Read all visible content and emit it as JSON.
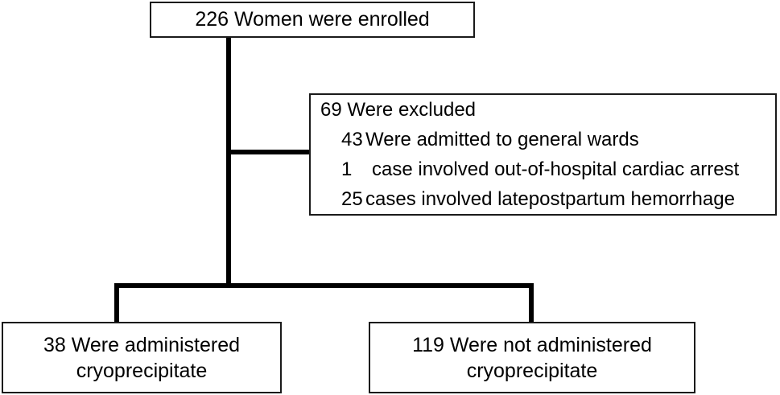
{
  "diagram": {
    "type": "study-flow-diagram",
    "nodes": {
      "enrolled": {
        "text": "226 Women were enrolled",
        "count": 226
      },
      "excluded": {
        "header": "69 Were excluded",
        "total": 69,
        "reasons": [
          {
            "count": "43",
            "text": "Were admitted to general wards"
          },
          {
            "count": "1",
            "text": "case involved out-of-hospital cardiac arrest"
          },
          {
            "count": "25",
            "text": "cases involved latepostpartum hemorrhage"
          }
        ]
      },
      "administered": {
        "line1": "38 Were administered",
        "line2": "cryoprecipitate",
        "count": 38
      },
      "not_administered": {
        "line1": "119 Were not administered",
        "line2": "cryoprecipitate",
        "count": 119
      }
    },
    "colors": {
      "box_border": "#1a1a1a",
      "connector": "#000000",
      "background": "#ffffff",
      "text": "#000000"
    }
  }
}
